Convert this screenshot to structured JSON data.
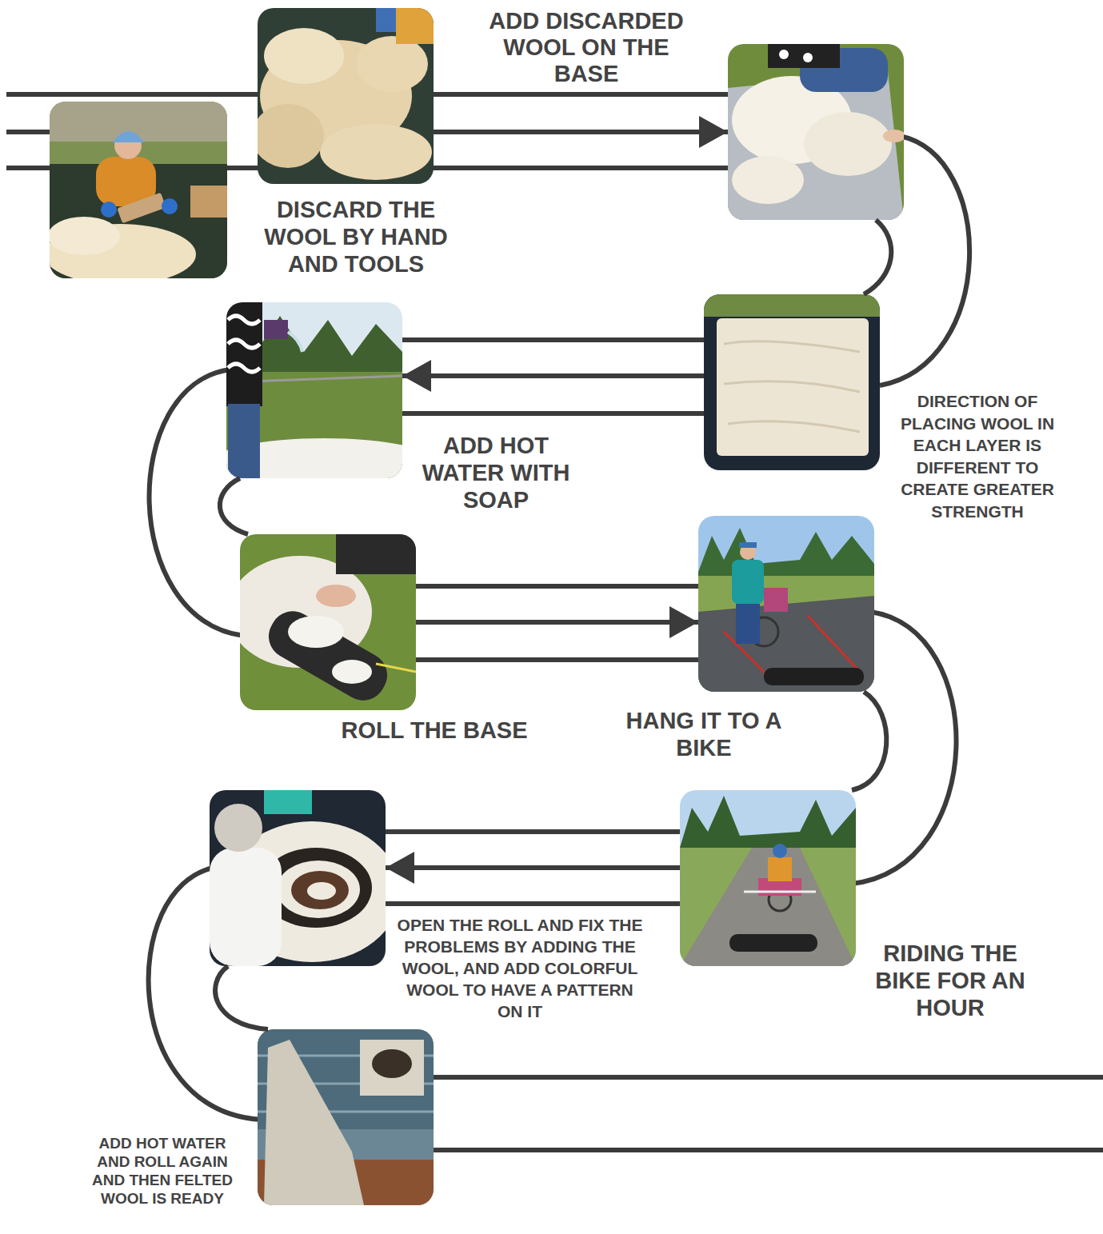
{
  "diagram": {
    "nodes": [
      {
        "text": [
          "DISCARD THE WOOL BY HAND AND TOOLS"
        ]
      },
      {
        "text": [
          "ADD DISCARDED WOOL ON THE BASE"
        ]
      },
      {
        "text": [
          "DIRECTION OF PLACING WOOL IN EACH LAYER IS DIFFERENT TO CREATE GREATER STRENGTH"
        ]
      },
      {
        "text": [
          "ADD HOT WATER WITH SOAP"
        ]
      },
      {
        "text": [
          "ROLL THE BASE"
        ]
      },
      {
        "text": [
          "HANG IT TO A BIKE"
        ]
      },
      {
        "text": [
          "RIDING THE BIKE FOR AN HOUR"
        ]
      },
      {
        "text": [
          "OPEN THE ROLL AND FIX THE PROBLEMS BY ADDING THE WOOL, AND ADD COLORFUL WOOL TO HAVE A PATTERN ON IT"
        ]
      },
      {
        "text": [
          "ADD HOT WATER AND ROLL AGAIN AND THEN FELTED WOOL IS READY"
        ]
      }
    ],
    "edges": [
      {
        "from": 0,
        "to": 1,
        "arrow": "to"
      },
      {
        "from": 1,
        "to": 2,
        "arrow": "none"
      },
      {
        "from": 2,
        "to": 3,
        "arrow": "to"
      },
      {
        "from": 3,
        "to": 4,
        "arrow": "none"
      },
      {
        "from": 4,
        "to": 5,
        "arrow": "to"
      },
      {
        "from": 5,
        "to": 6,
        "arrow": "none"
      },
      {
        "from": 6,
        "to": 7,
        "arrow": "to"
      },
      {
        "from": 7,
        "to": 8,
        "arrow": "none"
      }
    ]
  }
}
